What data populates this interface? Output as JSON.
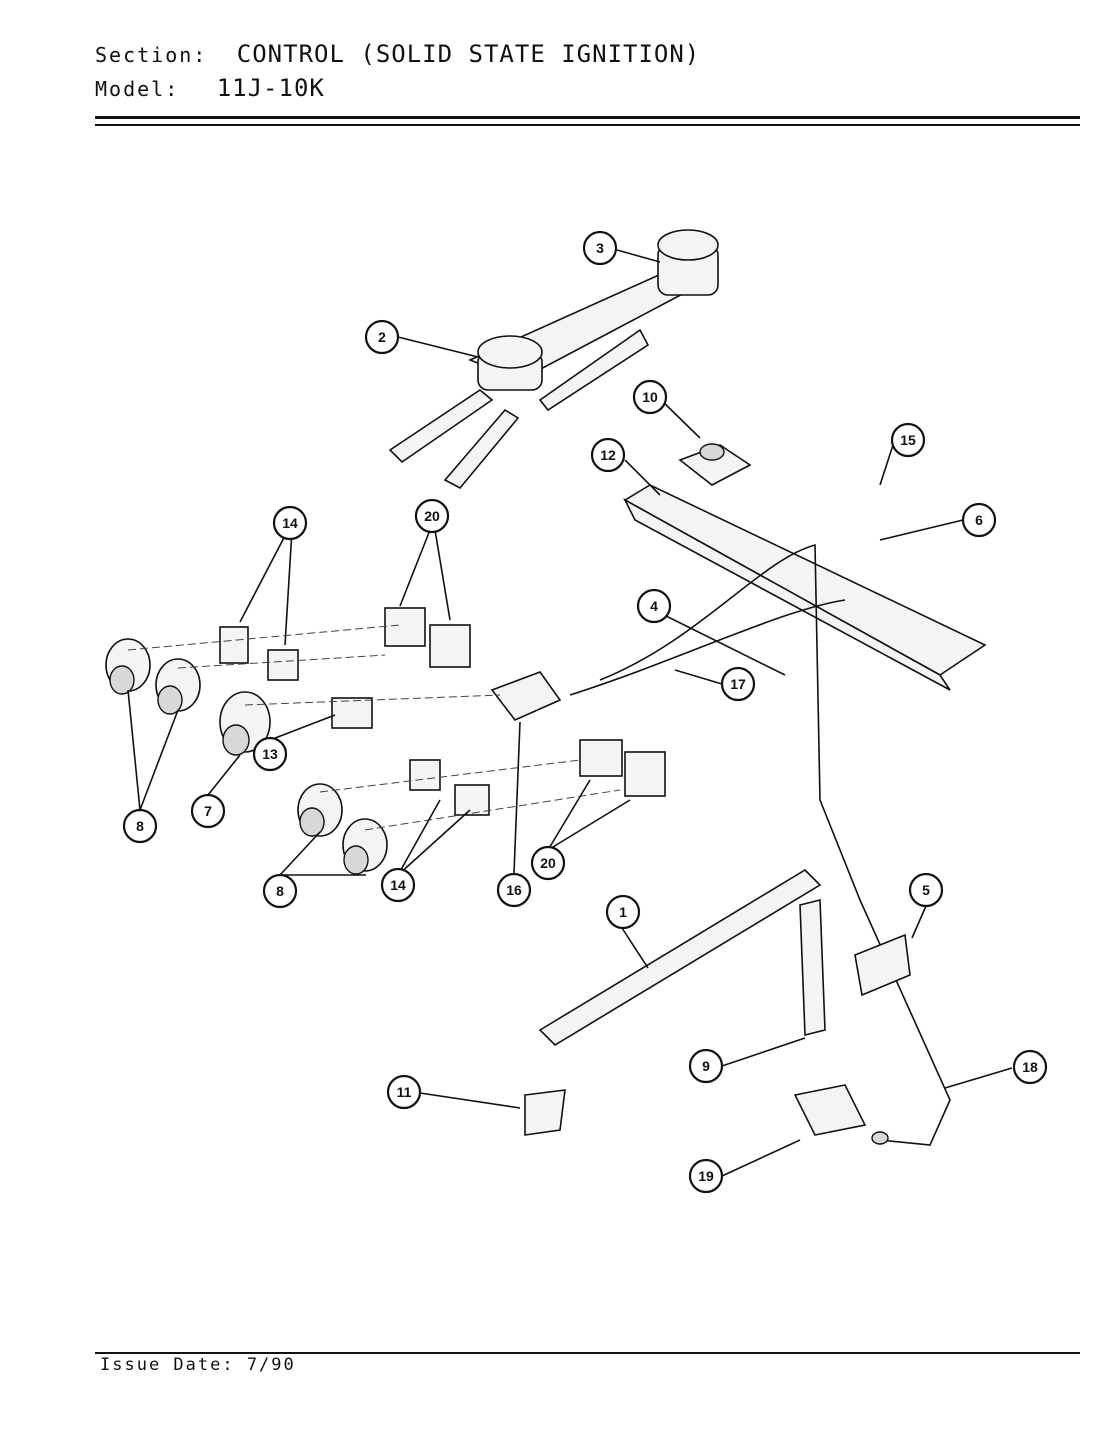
{
  "header": {
    "section_label": "Section:",
    "section_value": "CONTROL (SOLID STATE IGNITION)",
    "model_label": "Model:",
    "model_value": "11J-10K"
  },
  "footer": {
    "issue_date": "Issue Date: 7/90"
  },
  "callouts": [
    "1",
    "2",
    "3",
    "4",
    "5",
    "6",
    "7",
    "8",
    "9",
    "10",
    "11",
    "12",
    "13",
    "14",
    "15",
    "16",
    "17",
    "18",
    "19",
    "20"
  ]
}
